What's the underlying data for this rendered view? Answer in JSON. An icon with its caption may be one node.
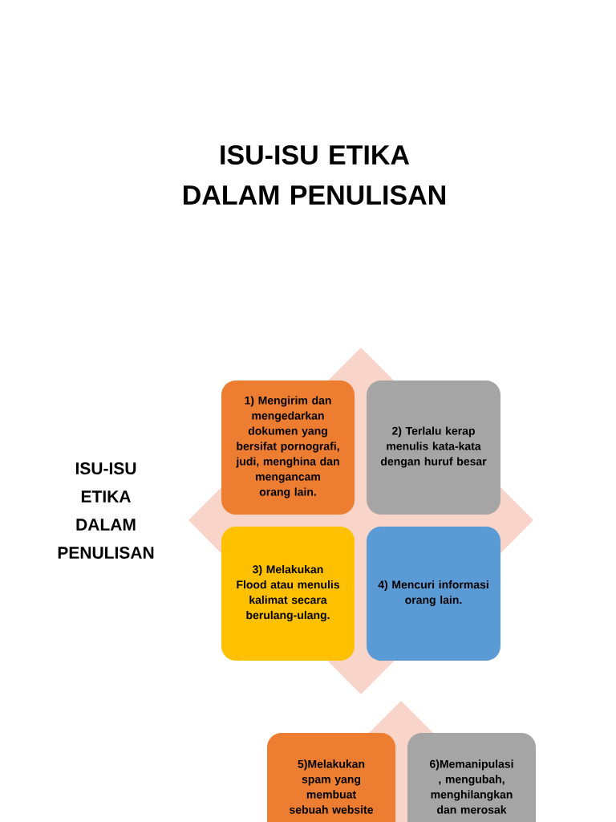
{
  "diagram": {
    "title": "ISU-ISU ETIKA DALAM PENULISAN",
    "nodes": [
      {
        "text": [
          "1) Mengirim dan mengedarkan dokumen yang bersifat pornografi, judi, menghina dan mengancam orang lain."
        ]
      },
      {
        "text": [
          "2) Terlalu kerap menulis kata-kata dengan huruf besar"
        ]
      },
      {
        "text": [
          "3) Melakukan Flood atau menulis kalimat secara berulang-ulang."
        ]
      },
      {
        "text": [
          "4) Mencuri informasi orang lain."
        ]
      },
      {
        "text": [
          "5)Melakukan spam yang membuat sebuah website"
        ]
      },
      {
        "text": [
          "6)Memanipulasi , mengubah, menghilangkan dan merosak"
        ]
      }
    ],
    "edges": [],
    "labels": [
      "ISU-ISU ETIKA DALAM PENULISAN"
    ]
  }
}
